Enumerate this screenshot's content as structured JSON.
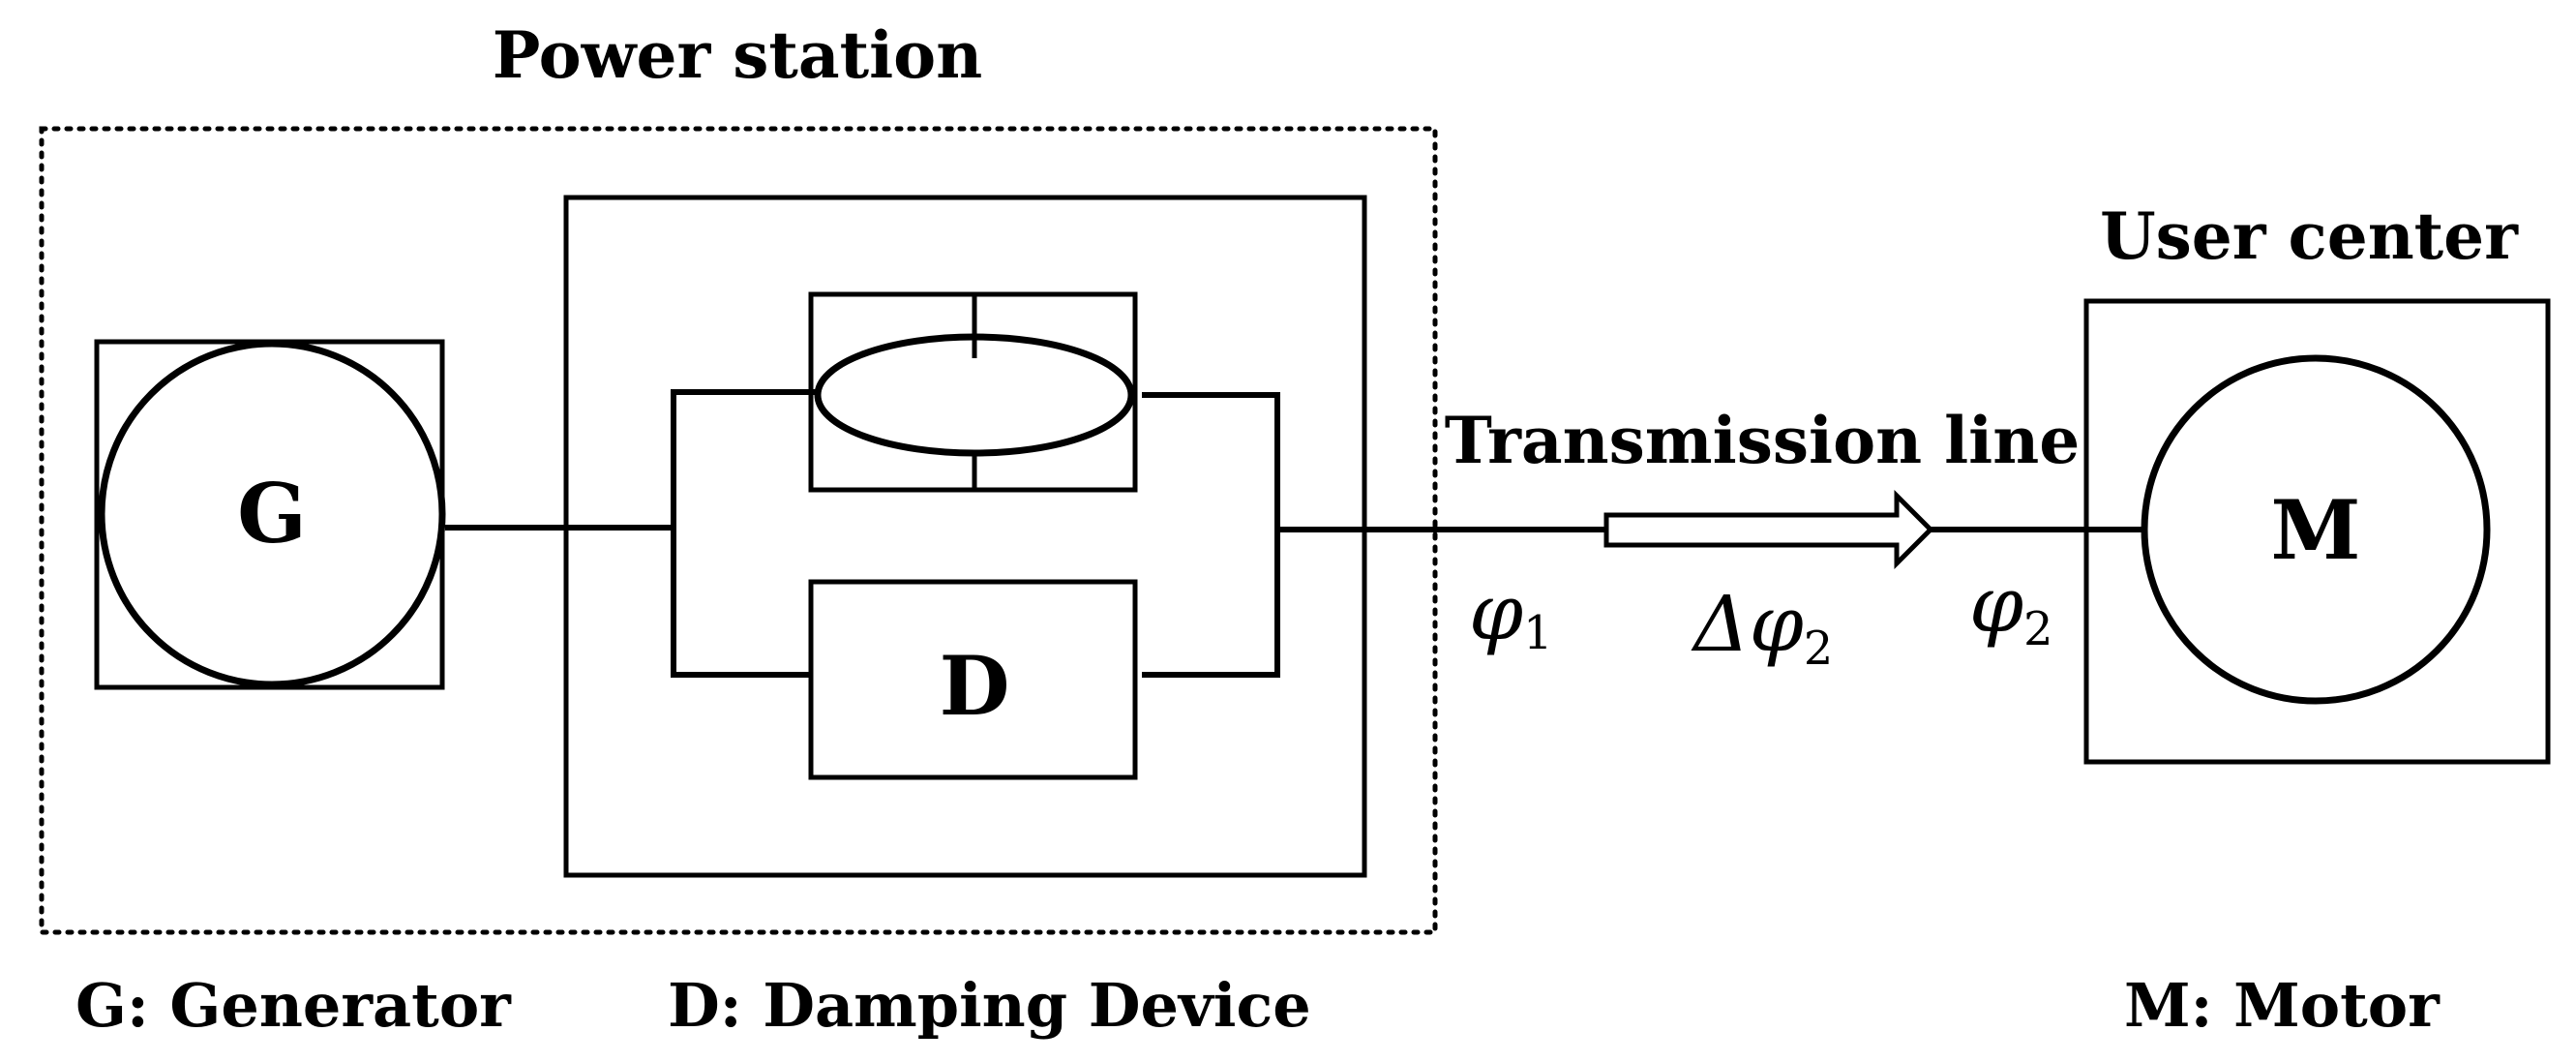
{
  "labels": {
    "power_station": "Power station",
    "user_center": "User center",
    "transmission_line": "Transmission line",
    "generator_symbol": "G",
    "damper_symbol": "D",
    "motor_symbol": "M",
    "phi1_base": "φ",
    "phi1_sub": "1",
    "delta_phi2_base": "Δφ",
    "delta_phi2_sub": "2",
    "phi2_base": "φ",
    "phi2_sub": "2"
  },
  "legend": {
    "generator": "G: Generator",
    "damping_device": "D: Damping Device",
    "motor": "M: Motor"
  }
}
